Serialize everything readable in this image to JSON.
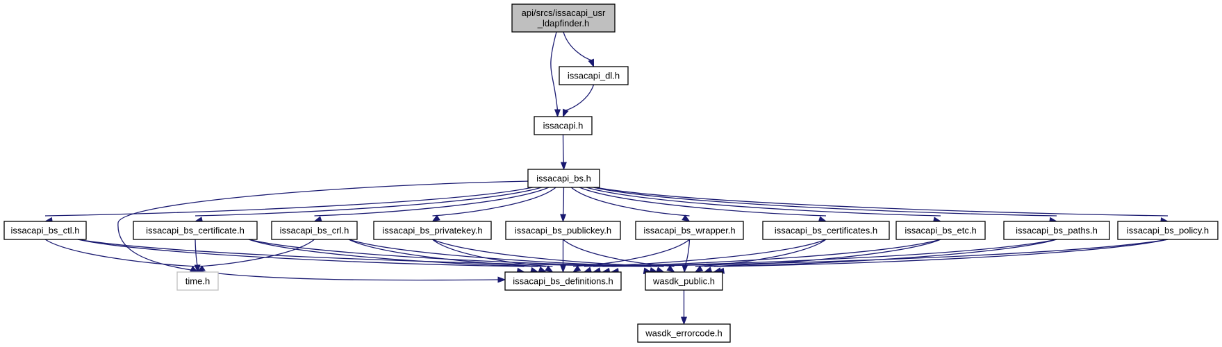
{
  "colors": {
    "edge": "#191970",
    "node_border": "#000000",
    "root_fill": "#bfbfbf",
    "external_border": "#bfbfbf",
    "background": "#ffffff"
  },
  "nodes": [
    {
      "id": "root",
      "lines": [
        "api/srcs/issacapi_usr",
        "_ldapfinder.h"
      ],
      "style": "root"
    },
    {
      "id": "dl",
      "lines": [
        "issacapi_dl.h"
      ],
      "style": "normal"
    },
    {
      "id": "issacapi",
      "lines": [
        "issacapi.h"
      ],
      "style": "normal"
    },
    {
      "id": "bs",
      "lines": [
        "issacapi_bs.h"
      ],
      "style": "normal"
    },
    {
      "id": "ctl",
      "lines": [
        "issacapi_bs_ctl.h"
      ],
      "style": "normal"
    },
    {
      "id": "certificate",
      "lines": [
        "issacapi_bs_certificate.h"
      ],
      "style": "normal"
    },
    {
      "id": "crl",
      "lines": [
        "issacapi_bs_crl.h"
      ],
      "style": "normal"
    },
    {
      "id": "privatekey",
      "lines": [
        "issacapi_bs_privatekey.h"
      ],
      "style": "normal"
    },
    {
      "id": "publickey",
      "lines": [
        "issacapi_bs_publickey.h"
      ],
      "style": "normal"
    },
    {
      "id": "wrapper",
      "lines": [
        "issacapi_bs_wrapper.h"
      ],
      "style": "normal"
    },
    {
      "id": "certificates",
      "lines": [
        "issacapi_bs_certificates.h"
      ],
      "style": "normal"
    },
    {
      "id": "etc",
      "lines": [
        "issacapi_bs_etc.h"
      ],
      "style": "normal"
    },
    {
      "id": "paths",
      "lines": [
        "issacapi_bs_paths.h"
      ],
      "style": "normal"
    },
    {
      "id": "policy",
      "lines": [
        "issacapi_bs_policy.h"
      ],
      "style": "normal"
    },
    {
      "id": "time",
      "lines": [
        "time.h"
      ],
      "style": "external"
    },
    {
      "id": "definitions",
      "lines": [
        "issacapi_bs_definitions.h"
      ],
      "style": "normal"
    },
    {
      "id": "wasdk",
      "lines": [
        "wasdk_public.h"
      ],
      "style": "normal"
    },
    {
      "id": "errorcode",
      "lines": [
        "wasdk_errorcode.h"
      ],
      "style": "normal"
    }
  ],
  "edges": [
    [
      "root",
      "dl"
    ],
    [
      "root",
      "issacapi"
    ],
    [
      "dl",
      "issacapi"
    ],
    [
      "issacapi",
      "bs"
    ],
    [
      "bs",
      "ctl"
    ],
    [
      "bs",
      "certificate"
    ],
    [
      "bs",
      "crl"
    ],
    [
      "bs",
      "privatekey"
    ],
    [
      "bs",
      "publickey"
    ],
    [
      "bs",
      "wrapper"
    ],
    [
      "bs",
      "certificates"
    ],
    [
      "bs",
      "etc"
    ],
    [
      "bs",
      "paths"
    ],
    [
      "bs",
      "policy"
    ],
    [
      "bs",
      "definitions"
    ],
    [
      "ctl",
      "time"
    ],
    [
      "ctl",
      "definitions"
    ],
    [
      "ctl",
      "wasdk"
    ],
    [
      "certificate",
      "time"
    ],
    [
      "certificate",
      "definitions"
    ],
    [
      "certificate",
      "wasdk"
    ],
    [
      "crl",
      "time"
    ],
    [
      "crl",
      "definitions"
    ],
    [
      "crl",
      "wasdk"
    ],
    [
      "privatekey",
      "definitions"
    ],
    [
      "privatekey",
      "wasdk"
    ],
    [
      "publickey",
      "definitions"
    ],
    [
      "publickey",
      "wasdk"
    ],
    [
      "wrapper",
      "definitions"
    ],
    [
      "wrapper",
      "wasdk"
    ],
    [
      "certificates",
      "definitions"
    ],
    [
      "certificates",
      "wasdk"
    ],
    [
      "etc",
      "definitions"
    ],
    [
      "etc",
      "wasdk"
    ],
    [
      "paths",
      "definitions"
    ],
    [
      "paths",
      "wasdk"
    ],
    [
      "policy",
      "definitions"
    ],
    [
      "policy",
      "wasdk"
    ],
    [
      "wasdk",
      "errorcode"
    ]
  ]
}
